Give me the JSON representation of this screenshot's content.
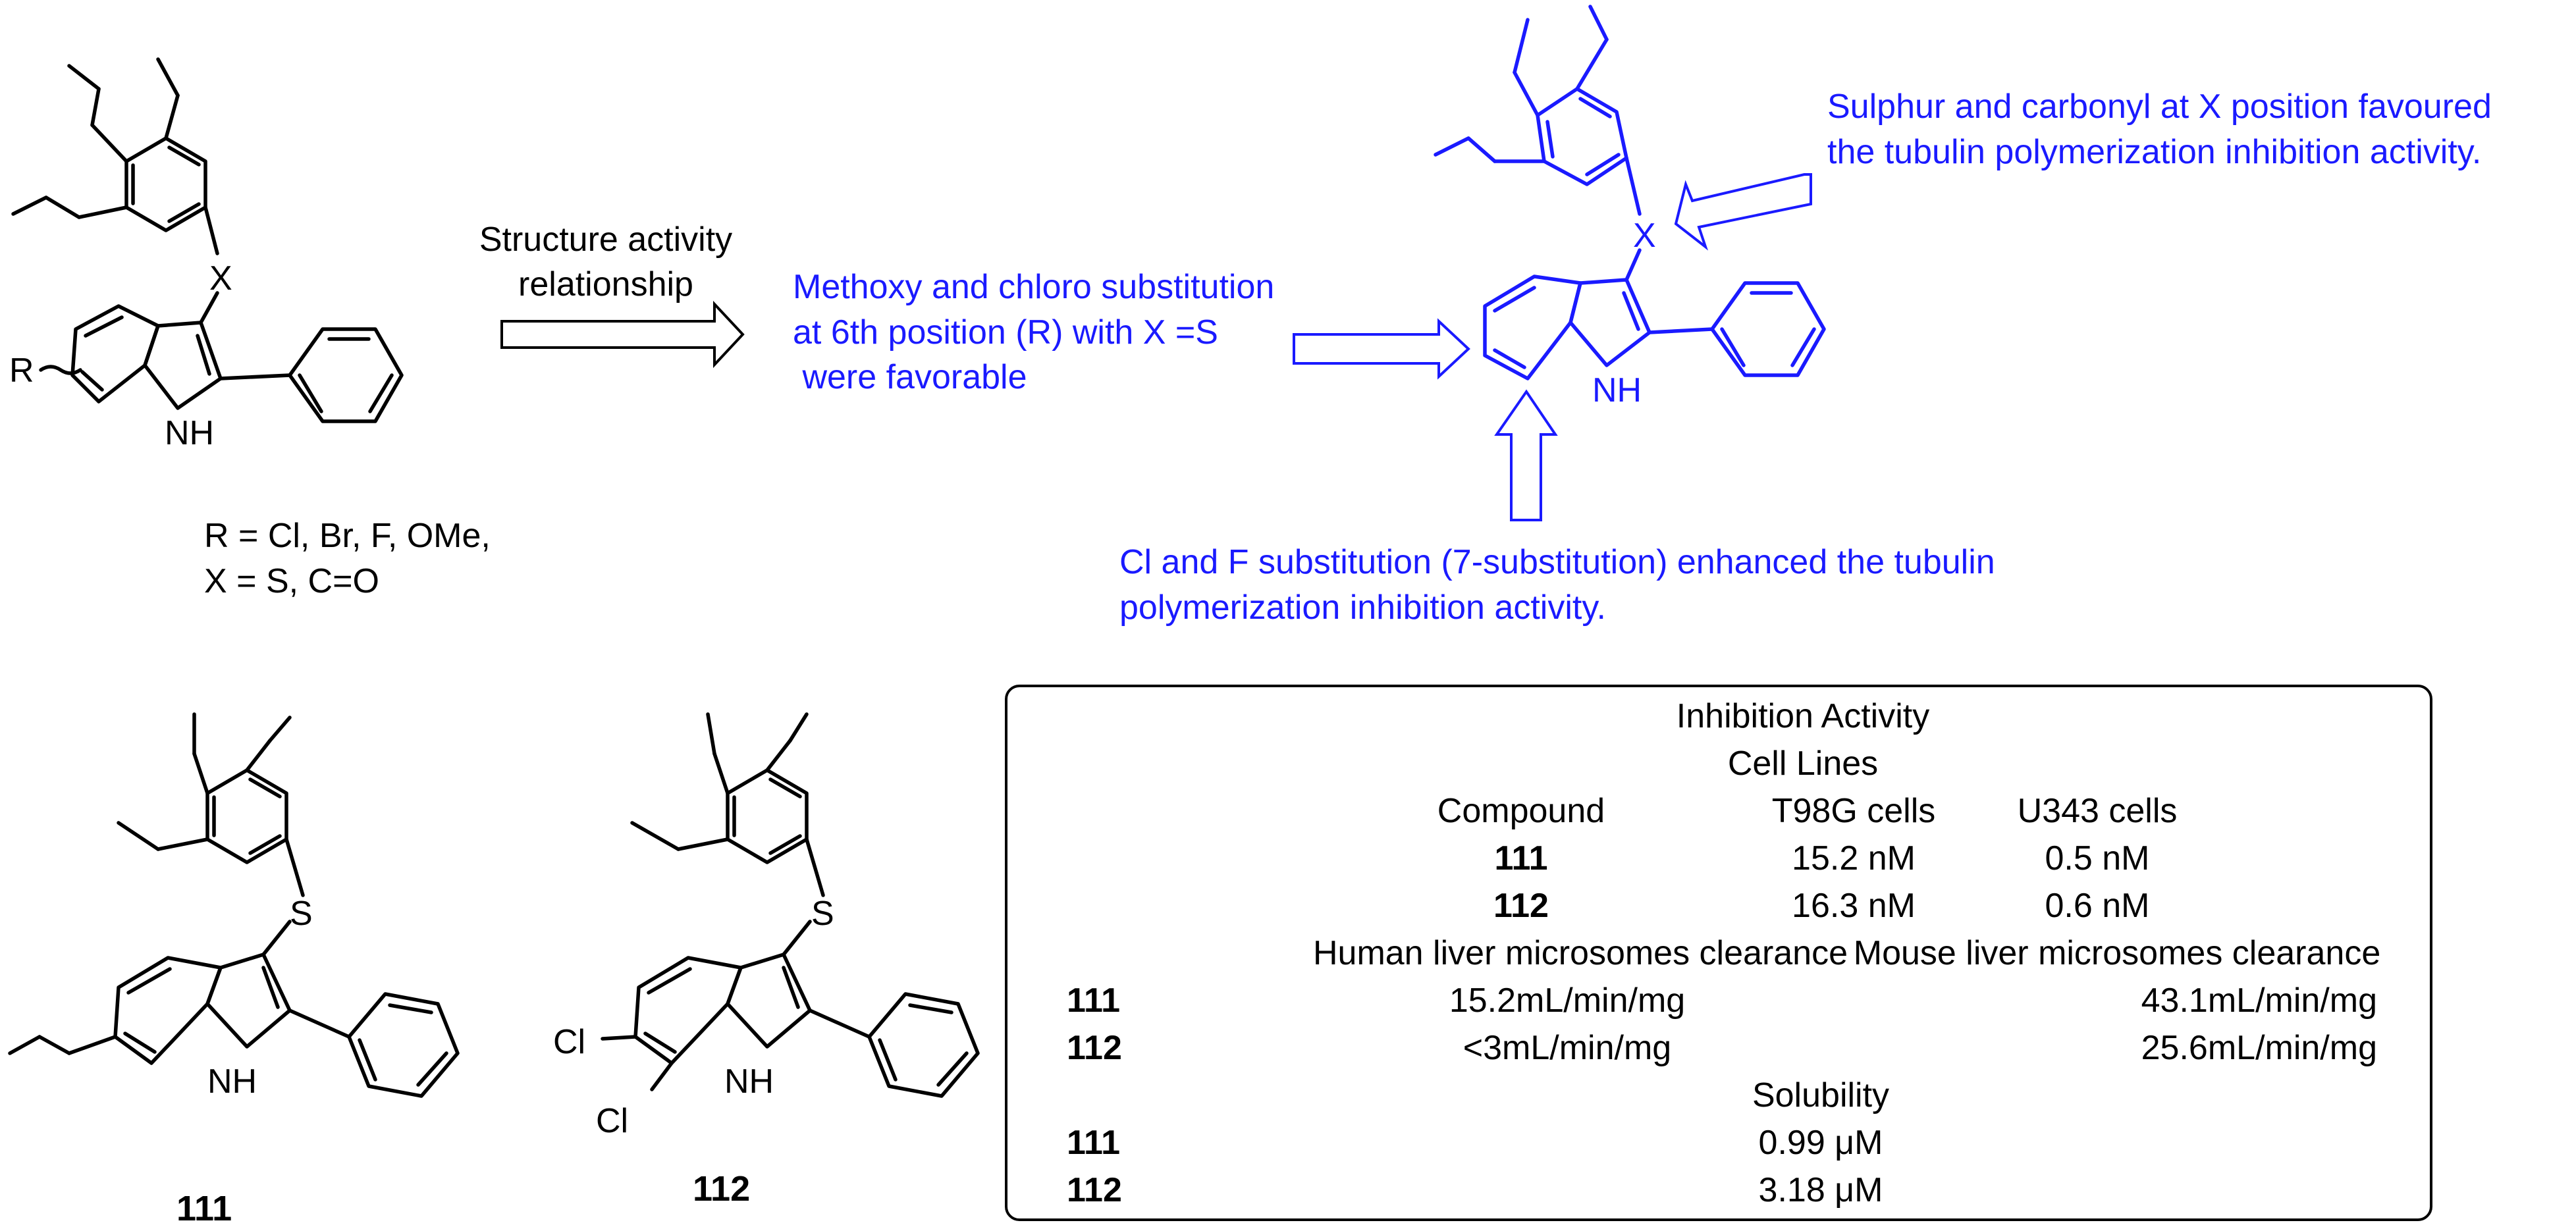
{
  "scheme": {
    "general_structure": {
      "atoms": {
        "substituent_r": "R",
        "linker_x": "X",
        "nitrogen_h": "NH"
      },
      "definitions_line1": "R = Cl, Br, F, OMe,",
      "definitions_line2": "X = S, C=O"
    },
    "main_arrow_label": [
      "Structure activity",
      "relationship"
    ],
    "sar_notes": {
      "six_position": [
        "Methoxy and chloro substitution",
        "at 6th position (R) with X =S",
        " were favorable"
      ],
      "x_position": [
        "Sulphur and carbonyl at X position favoured",
        "the tubulin polymerization inhibition activity."
      ],
      "seven_position": [
        "Cl and F substitution (7-substitution) enhanced the tubulin",
        "polymerization inhibition activity."
      ],
      "highlight_atoms": {
        "linker_x": "X",
        "nitrogen_h": "NH"
      }
    },
    "compounds": [
      {
        "id": "111",
        "atoms": {
          "sulfur": "S",
          "nitrogen_h": "NH"
        }
      },
      {
        "id": "112",
        "atoms": {
          "sulfur": "S",
          "nitrogen_h": "NH",
          "chloro_6": "Cl",
          "chloro_7": "Cl"
        }
      }
    ]
  },
  "table": {
    "title": "Inhibition Activity",
    "subtitle": "Cell Lines",
    "headers": {
      "compound": "Compound",
      "t98g": "T98G cells",
      "u343": "U343 cells"
    },
    "cell_rows": [
      {
        "compound": "111",
        "t98g": "15.2 nM",
        "u343": "0.5 nM"
      },
      {
        "compound": "112",
        "t98g": "16.3 nM",
        "u343": "0.6 nM"
      }
    ],
    "clearance_headers": {
      "human": "Human liver microsomes clearance",
      "mouse": "Mouse liver microsomes clearance"
    },
    "clearance_rows": [
      {
        "compound": "111",
        "human": "15.2mL/min/mg",
        "mouse": "43.1mL/min/mg"
      },
      {
        "compound": "112",
        "human": "<3mL/min/mg",
        "mouse": "25.6mL/min/mg"
      }
    ],
    "solubility_header": "Solubility",
    "solubility_rows": [
      {
        "compound": "111",
        "value": "0.99 μM"
      },
      {
        "compound": "112",
        "value": "3.18 μM"
      }
    ]
  },
  "colors": {
    "annotation": "#1a1aff",
    "structure": "#000000"
  }
}
